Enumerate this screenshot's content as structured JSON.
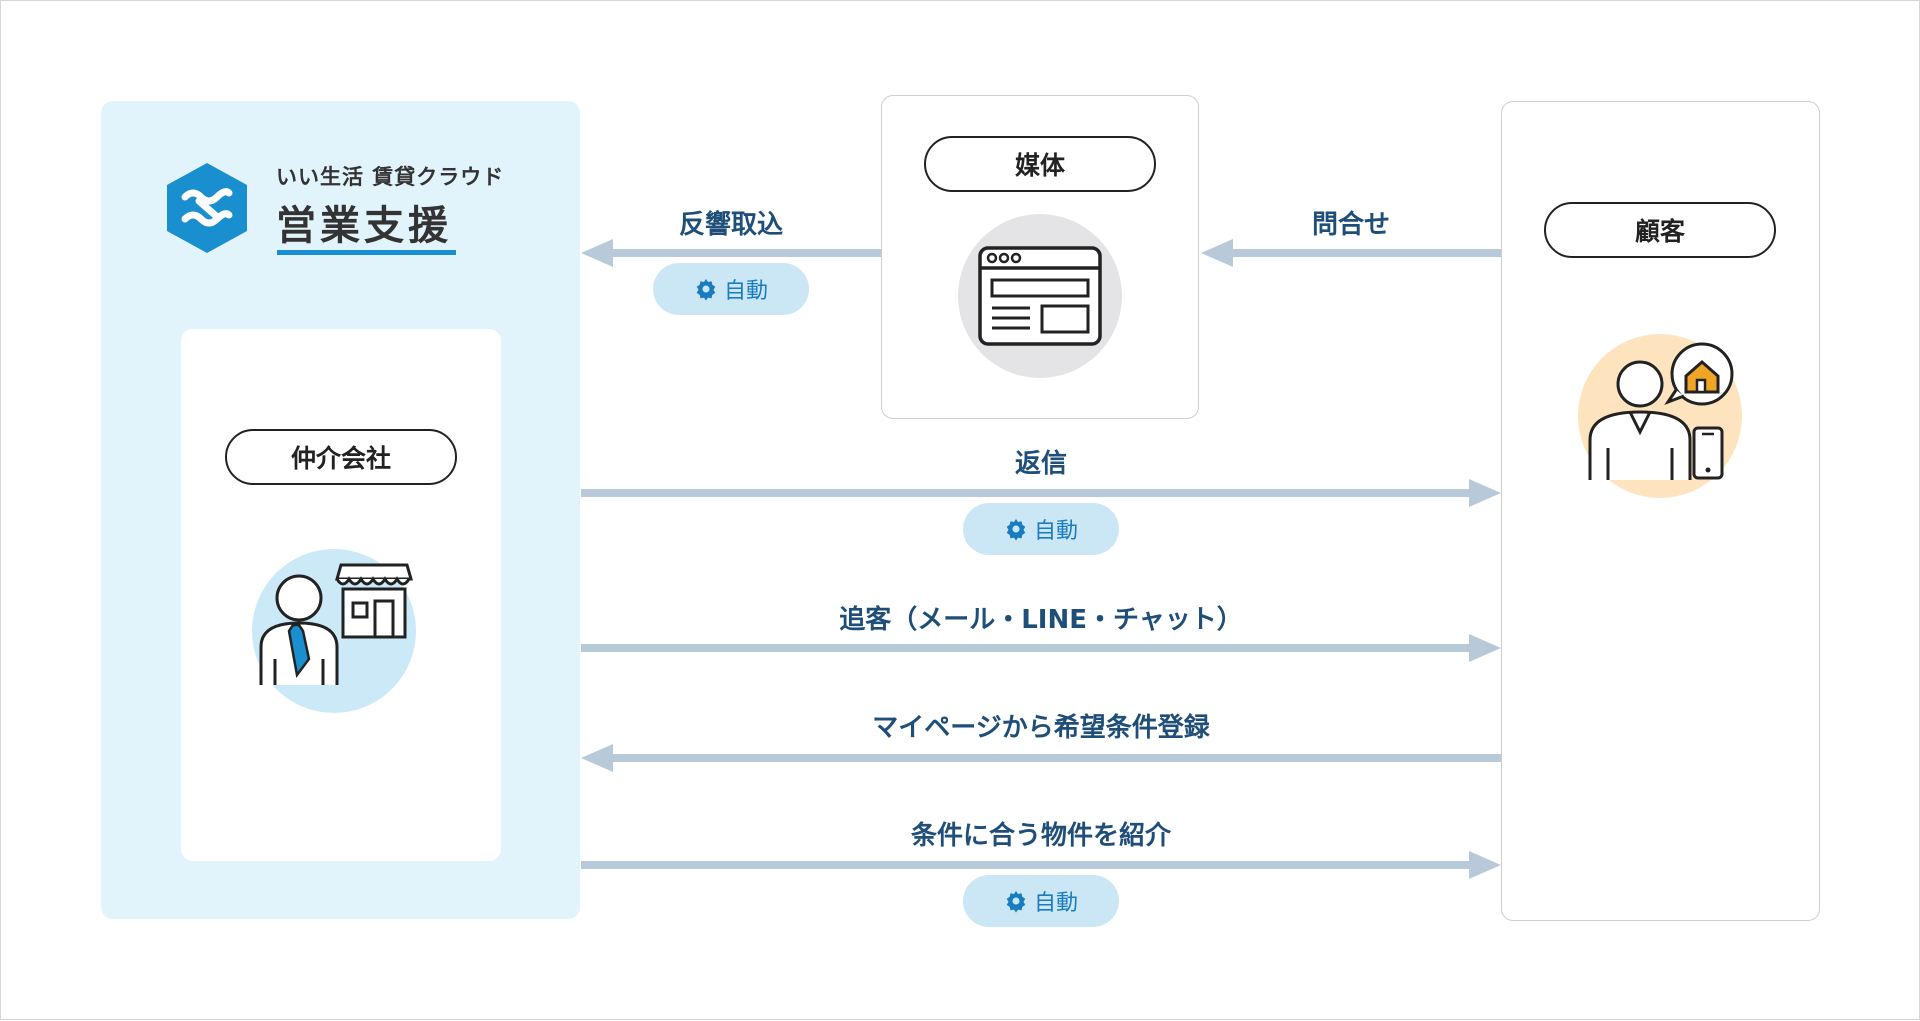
{
  "logo": {
    "subtitle": "いい生活 賃貸クラウド",
    "title": "営業支援"
  },
  "nodes": {
    "broker": "仲介会社",
    "media": "媒体",
    "customer": "顧客"
  },
  "flows": {
    "import": "反響取込",
    "inquiry": "問合せ",
    "reply": "返信",
    "followup": "追客（メール・LINE・チャット）",
    "mypage": "マイページから希望条件登録",
    "introduce": "条件に合う物件を紹介"
  },
  "badges": {
    "import_auto": "自動",
    "reply_auto": "自動",
    "introduce_auto": "自動"
  },
  "colors": {
    "arrow": "#b8cad9",
    "label": "#1f4e79",
    "badge_bg": "#cbe7f5",
    "badge_text": "#1a7cc0",
    "brand": "#1a8fd0",
    "left_panel": "#e1f3fb"
  },
  "icons": [
    "brand-logo-icon",
    "gear-icon",
    "browser-window-icon",
    "broker-person-shop-icon",
    "customer-person-phone-house-icon"
  ]
}
